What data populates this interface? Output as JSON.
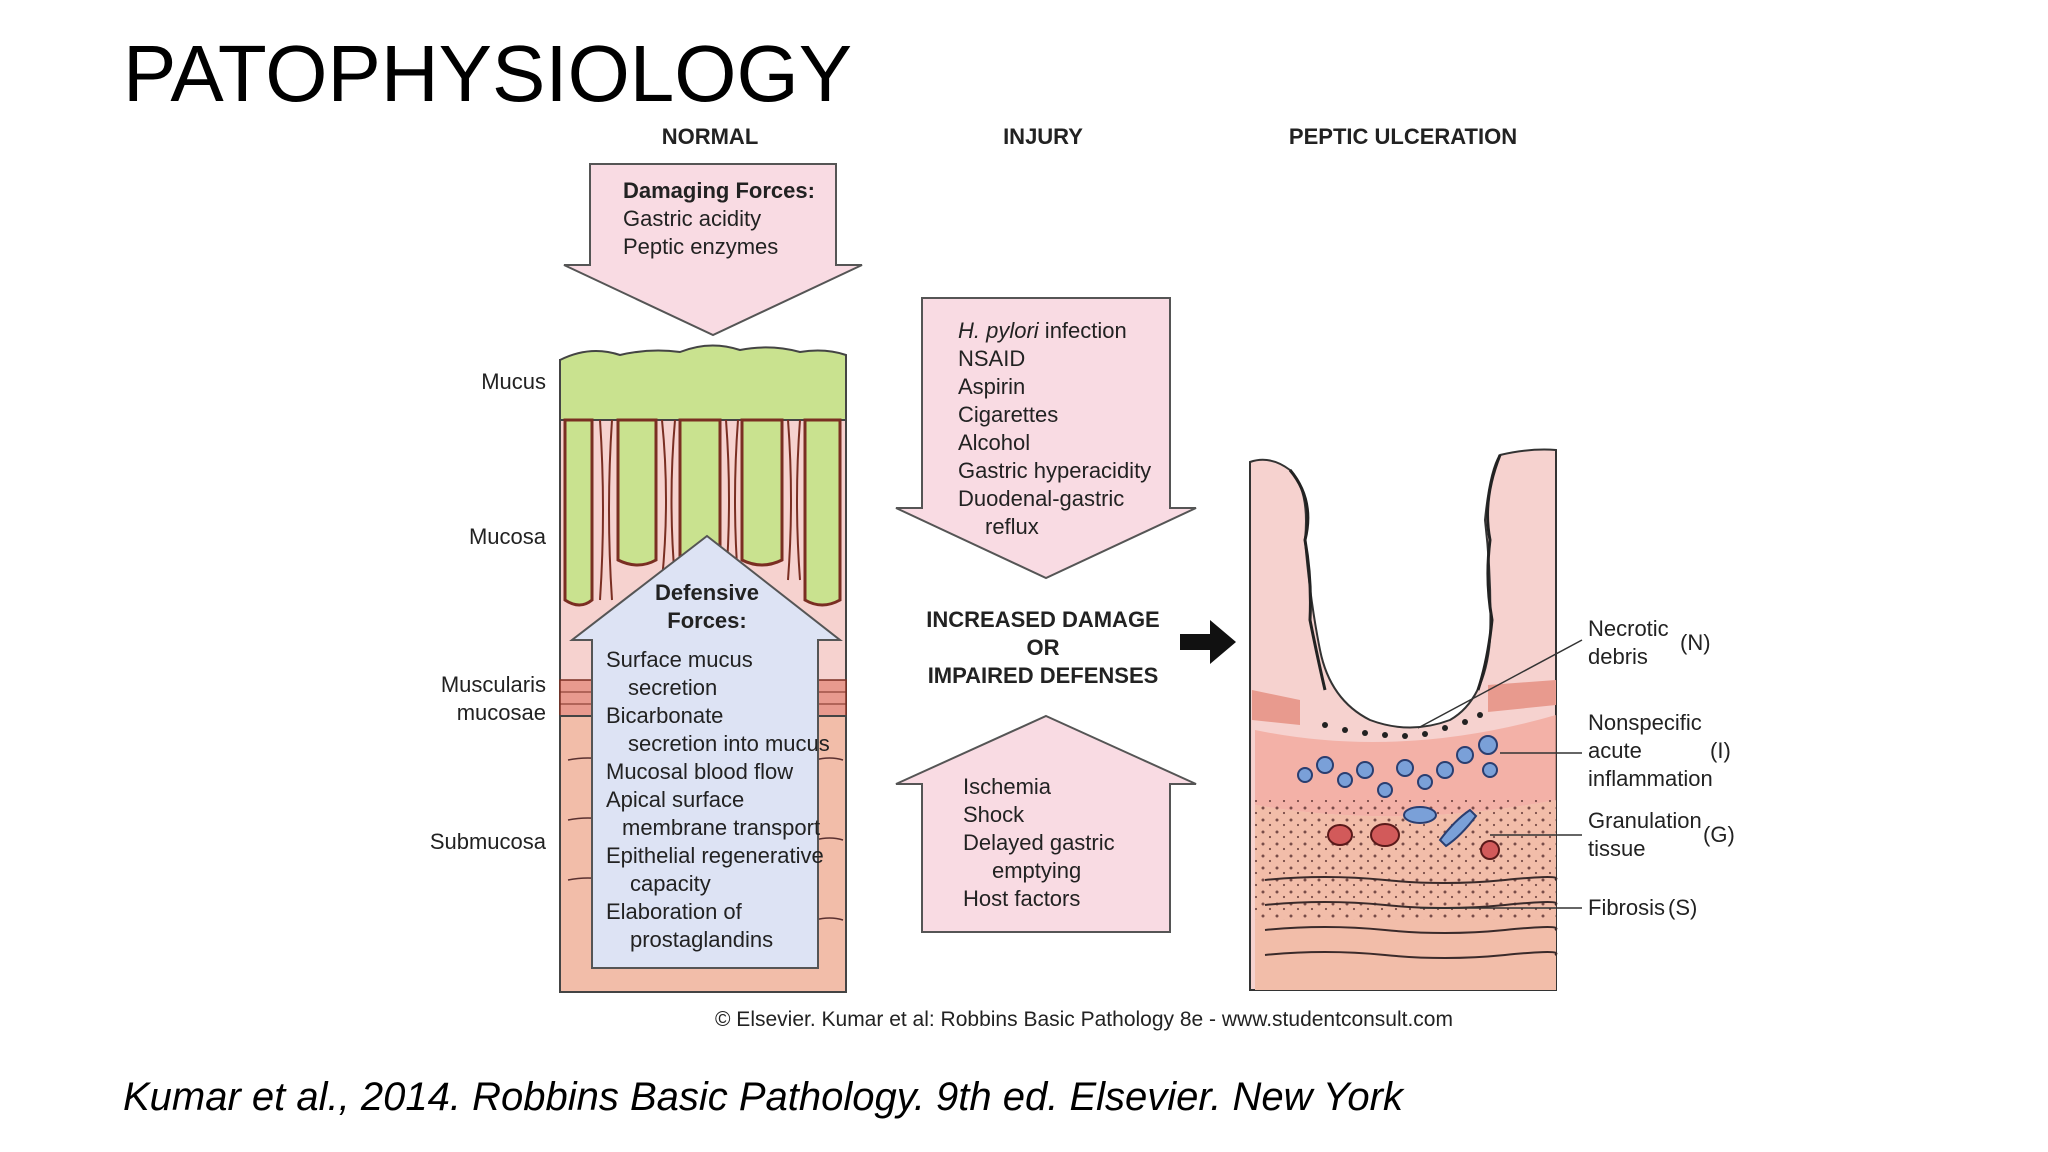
{
  "slide": {
    "title": "PATOPHYSIOLOGY",
    "citation": "Kumar et al., 2014. Robbins Basic Pathology. 9th ed. Elsevier. New York"
  },
  "diagram": {
    "headers": {
      "normal": "NORMAL",
      "injury": "INJURY",
      "ulcer": "PEPTIC ULCERATION"
    },
    "layers": {
      "mucus": "Mucus",
      "mucosa": "Mucosa",
      "muscularis_1": "Muscularis",
      "muscularis_2": "mucosae",
      "submucosa": "Submucosa"
    },
    "damaging": {
      "title": "Damaging Forces:",
      "items": [
        "Gastric acidity",
        "Peptic enzymes"
      ]
    },
    "defensive": {
      "title_1": "Defensive",
      "title_2": "Forces:",
      "items": [
        "Surface mucus",
        "secretion",
        "Bicarbonate",
        "secretion into mucus",
        "Mucosal blood flow",
        "Apical surface",
        "membrane transport",
        "Epithelial regenerative",
        "capacity",
        "Elaboration of",
        "prostaglandins"
      ]
    },
    "injury_down": {
      "italic": "H. pylori",
      "first_rest": " infection",
      "items": [
        "NSAID",
        "Aspirin",
        "Cigarettes",
        "Alcohol",
        "Gastric hyperacidity",
        "Duodenal-gastric",
        "reflux"
      ]
    },
    "center": {
      "line1": "INCREASED DAMAGE",
      "line2": "OR",
      "line3": "IMPAIRED DEFENSES"
    },
    "injury_up": {
      "items": [
        "Ischemia",
        "Shock",
        "Delayed gastric",
        "emptying",
        "Host factors"
      ]
    },
    "ulcer_labels": {
      "necrotic_1": "Necrotic",
      "necrotic_2": "debris",
      "necrotic_code": "(N)",
      "inflam_1": "Nonspecific",
      "inflam_2": "acute",
      "inflam_3": "inflammation",
      "inflam_code": "(I)",
      "gran_1": "Granulation",
      "gran_2": "tissue",
      "gran_code": "(G)",
      "fibrosis": "Fibrosis",
      "fibrosis_code": "(S)"
    },
    "copyright": "© Elsevier. Kumar et al: Robbins Basic Pathology 8e - www.studentconsult.com"
  },
  "colors": {
    "pink_box": "#f9dbe3",
    "mucus_green": "#c9e28f",
    "mucosa_pink": "#f6d2cf",
    "submucosa": "#f2bda9",
    "defensive_blue": "#dde3f4",
    "muscularis": "#e89a8e"
  }
}
